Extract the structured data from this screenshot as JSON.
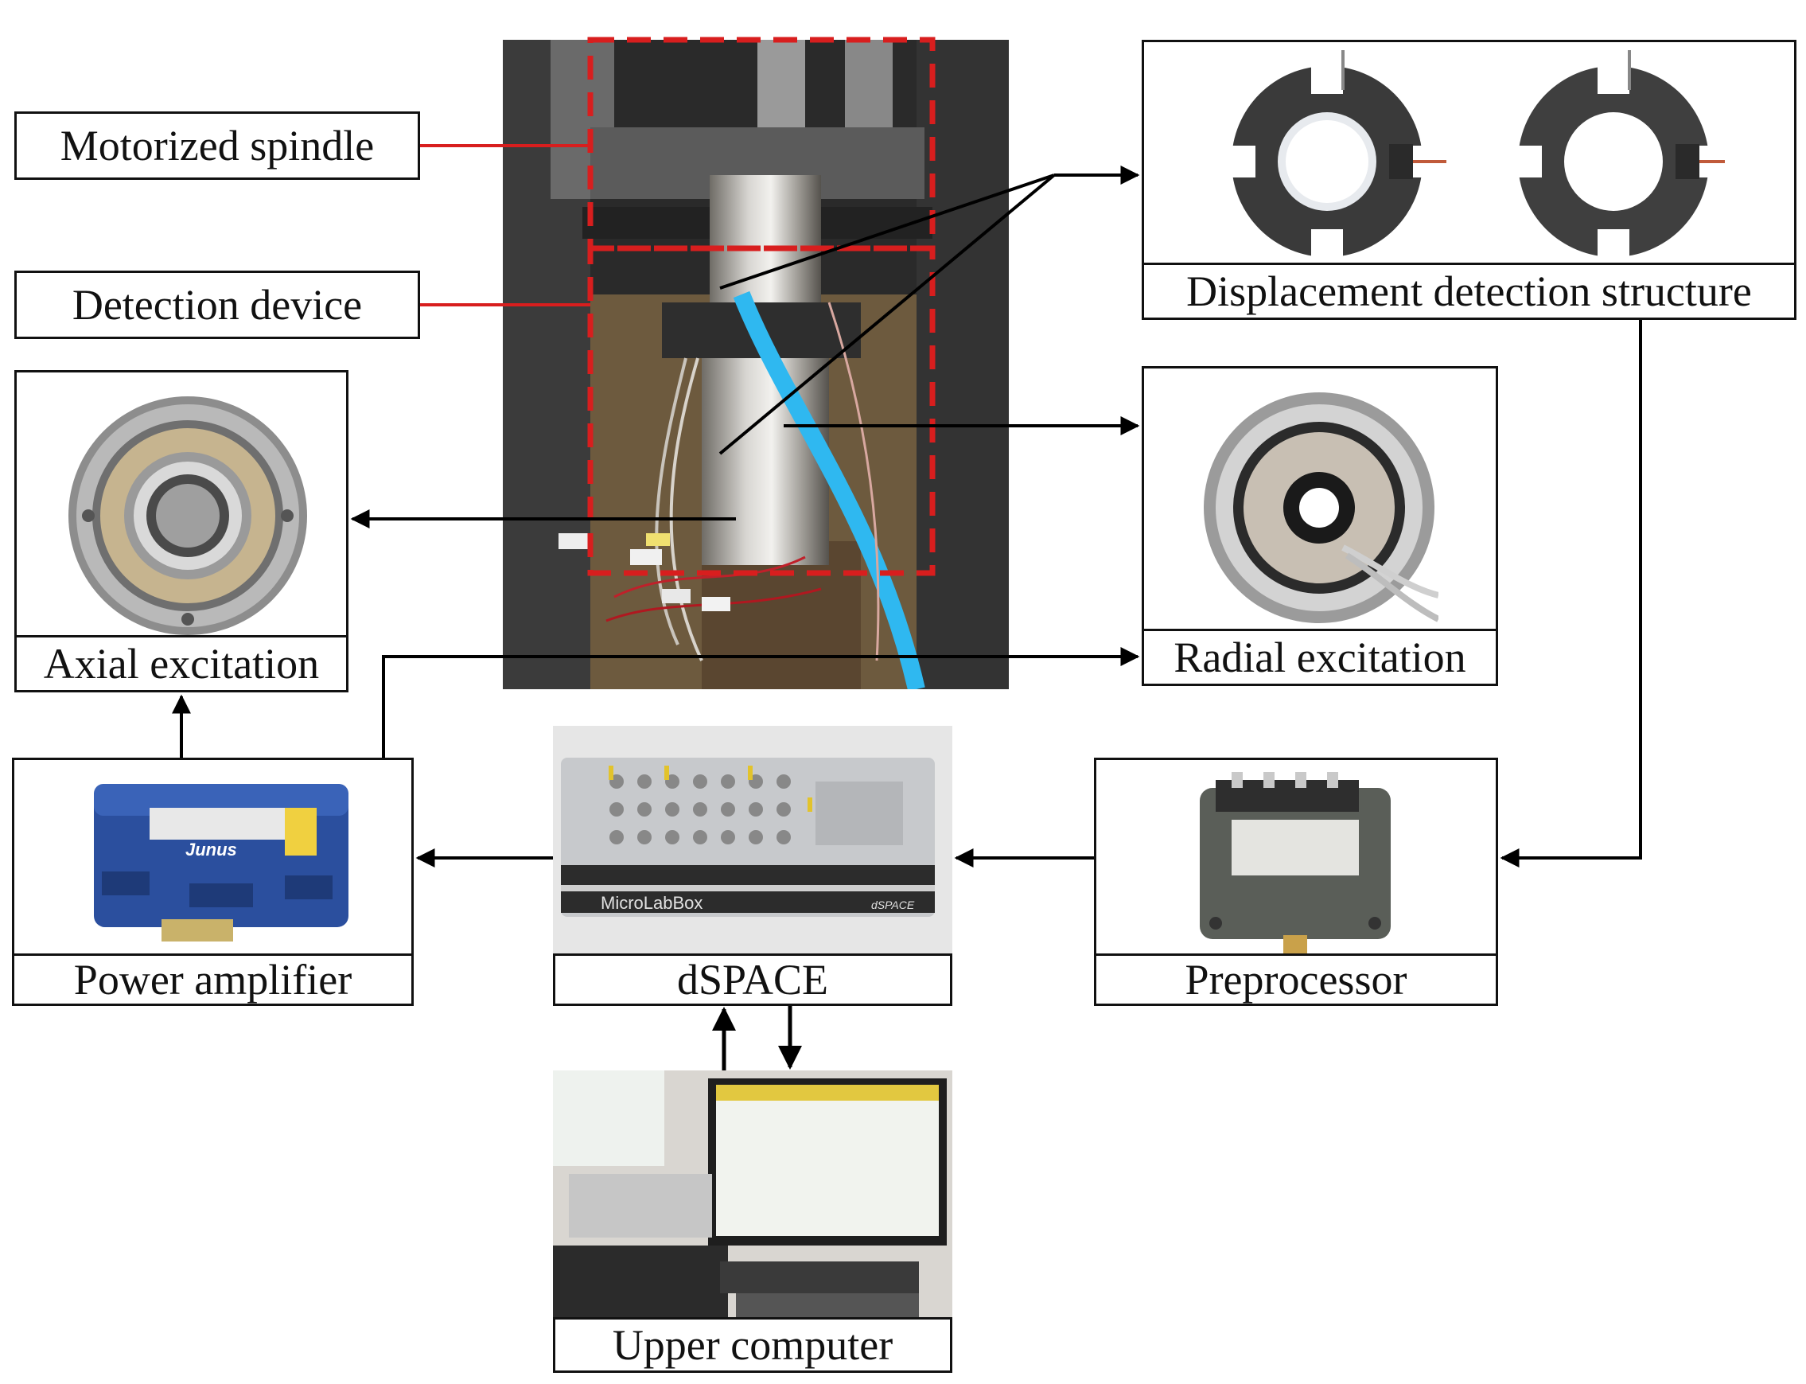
{
  "labels": {
    "motorized_spindle": "Motorized spindle",
    "detection_device": "Detection device",
    "displacement_detection_structure": "Displacement detection structure",
    "radial_excitation": "Radial excitation",
    "axial_excitation": "Axial excitation",
    "power_amplifier": "Power amplifier",
    "dspace": "dSPACE",
    "preprocessor": "Preprocessor",
    "upper_computer": "Upper computer"
  },
  "photo_text": {
    "amplifier_brand": "Junus",
    "microlabbox": "MicroLabBox",
    "dspace_logo": "dSPACE"
  },
  "colors": {
    "callout_red": "#d81e1e",
    "arrow_black": "#000000",
    "amplifier_blue": "#2b4f9e",
    "hose_cyan": "#2fb8f0",
    "preprocessor_gray": "#5a5e58"
  }
}
